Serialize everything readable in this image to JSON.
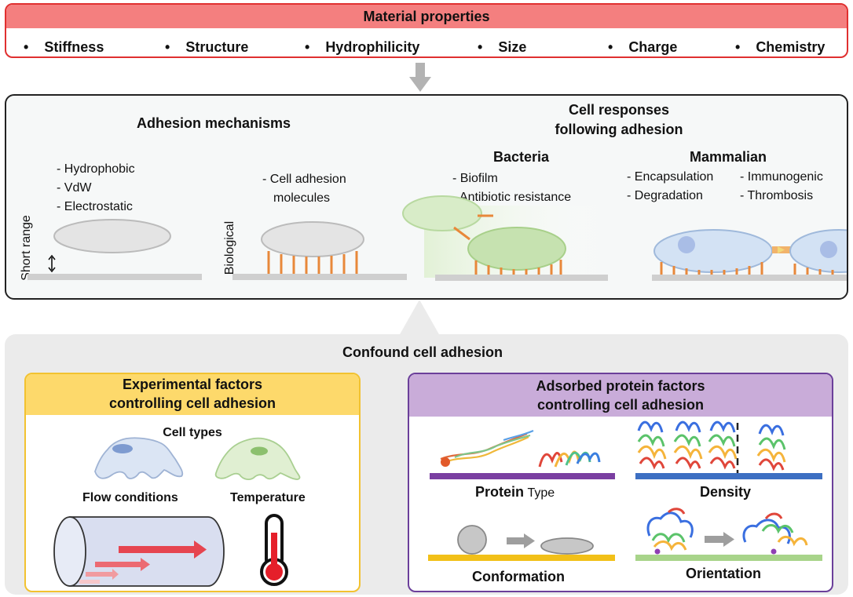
{
  "material": {
    "title": "Material properties",
    "properties": [
      "Stiffness",
      "Structure",
      "Hydrophilicity",
      "Size",
      "Charge",
      "Chemistry"
    ]
  },
  "adhesion": {
    "title": "Adhesion mechanisms",
    "short_range": {
      "axis_label": "Short range",
      "items": [
        "- Hydrophobic",
        "- VdW",
        "- Electrostatic"
      ]
    },
    "biological": {
      "axis_label": "Biological",
      "items": [
        "- Cell adhesion",
        "molecules"
      ]
    },
    "responses_title_1": "Cell responses",
    "responses_title_2": "following adhesion",
    "bacteria": {
      "title": "Bacteria",
      "items": [
        "- Biofilm",
        "- Antibiotic resistance"
      ]
    },
    "mammalian": {
      "title": "Mammalian",
      "items_left": [
        "- Encapsulation",
        "- Degradation"
      ],
      "items_right": [
        "- Immunogenic",
        "- Thrombosis"
      ]
    }
  },
  "confound": {
    "title": "Confound cell adhesion",
    "experimental": {
      "title_1": "Experimental factors",
      "title_2": "controlling cell adhesion",
      "cell_types": "Cell types",
      "flow": "Flow conditions",
      "temperature": "Temperature"
    },
    "adsorbed": {
      "title_1": "Adsorbed protein factors",
      "title_2": "controlling cell adhesion",
      "protein_type_a": "Protein",
      "protein_type_b": "Type",
      "density": "Density",
      "conformation": "Conformation",
      "orientation": "Orientation"
    }
  },
  "colors": {
    "material_border": "#e03030",
    "material_header": "#f47f7f",
    "adhesion_molecule": "#e8883a",
    "experimental_header": "#fdd96b",
    "adsorbed_header": "#c9acd9",
    "bacteria_fill": "#cde8b8",
    "mammalian_fill": "#d3e2f4"
  }
}
